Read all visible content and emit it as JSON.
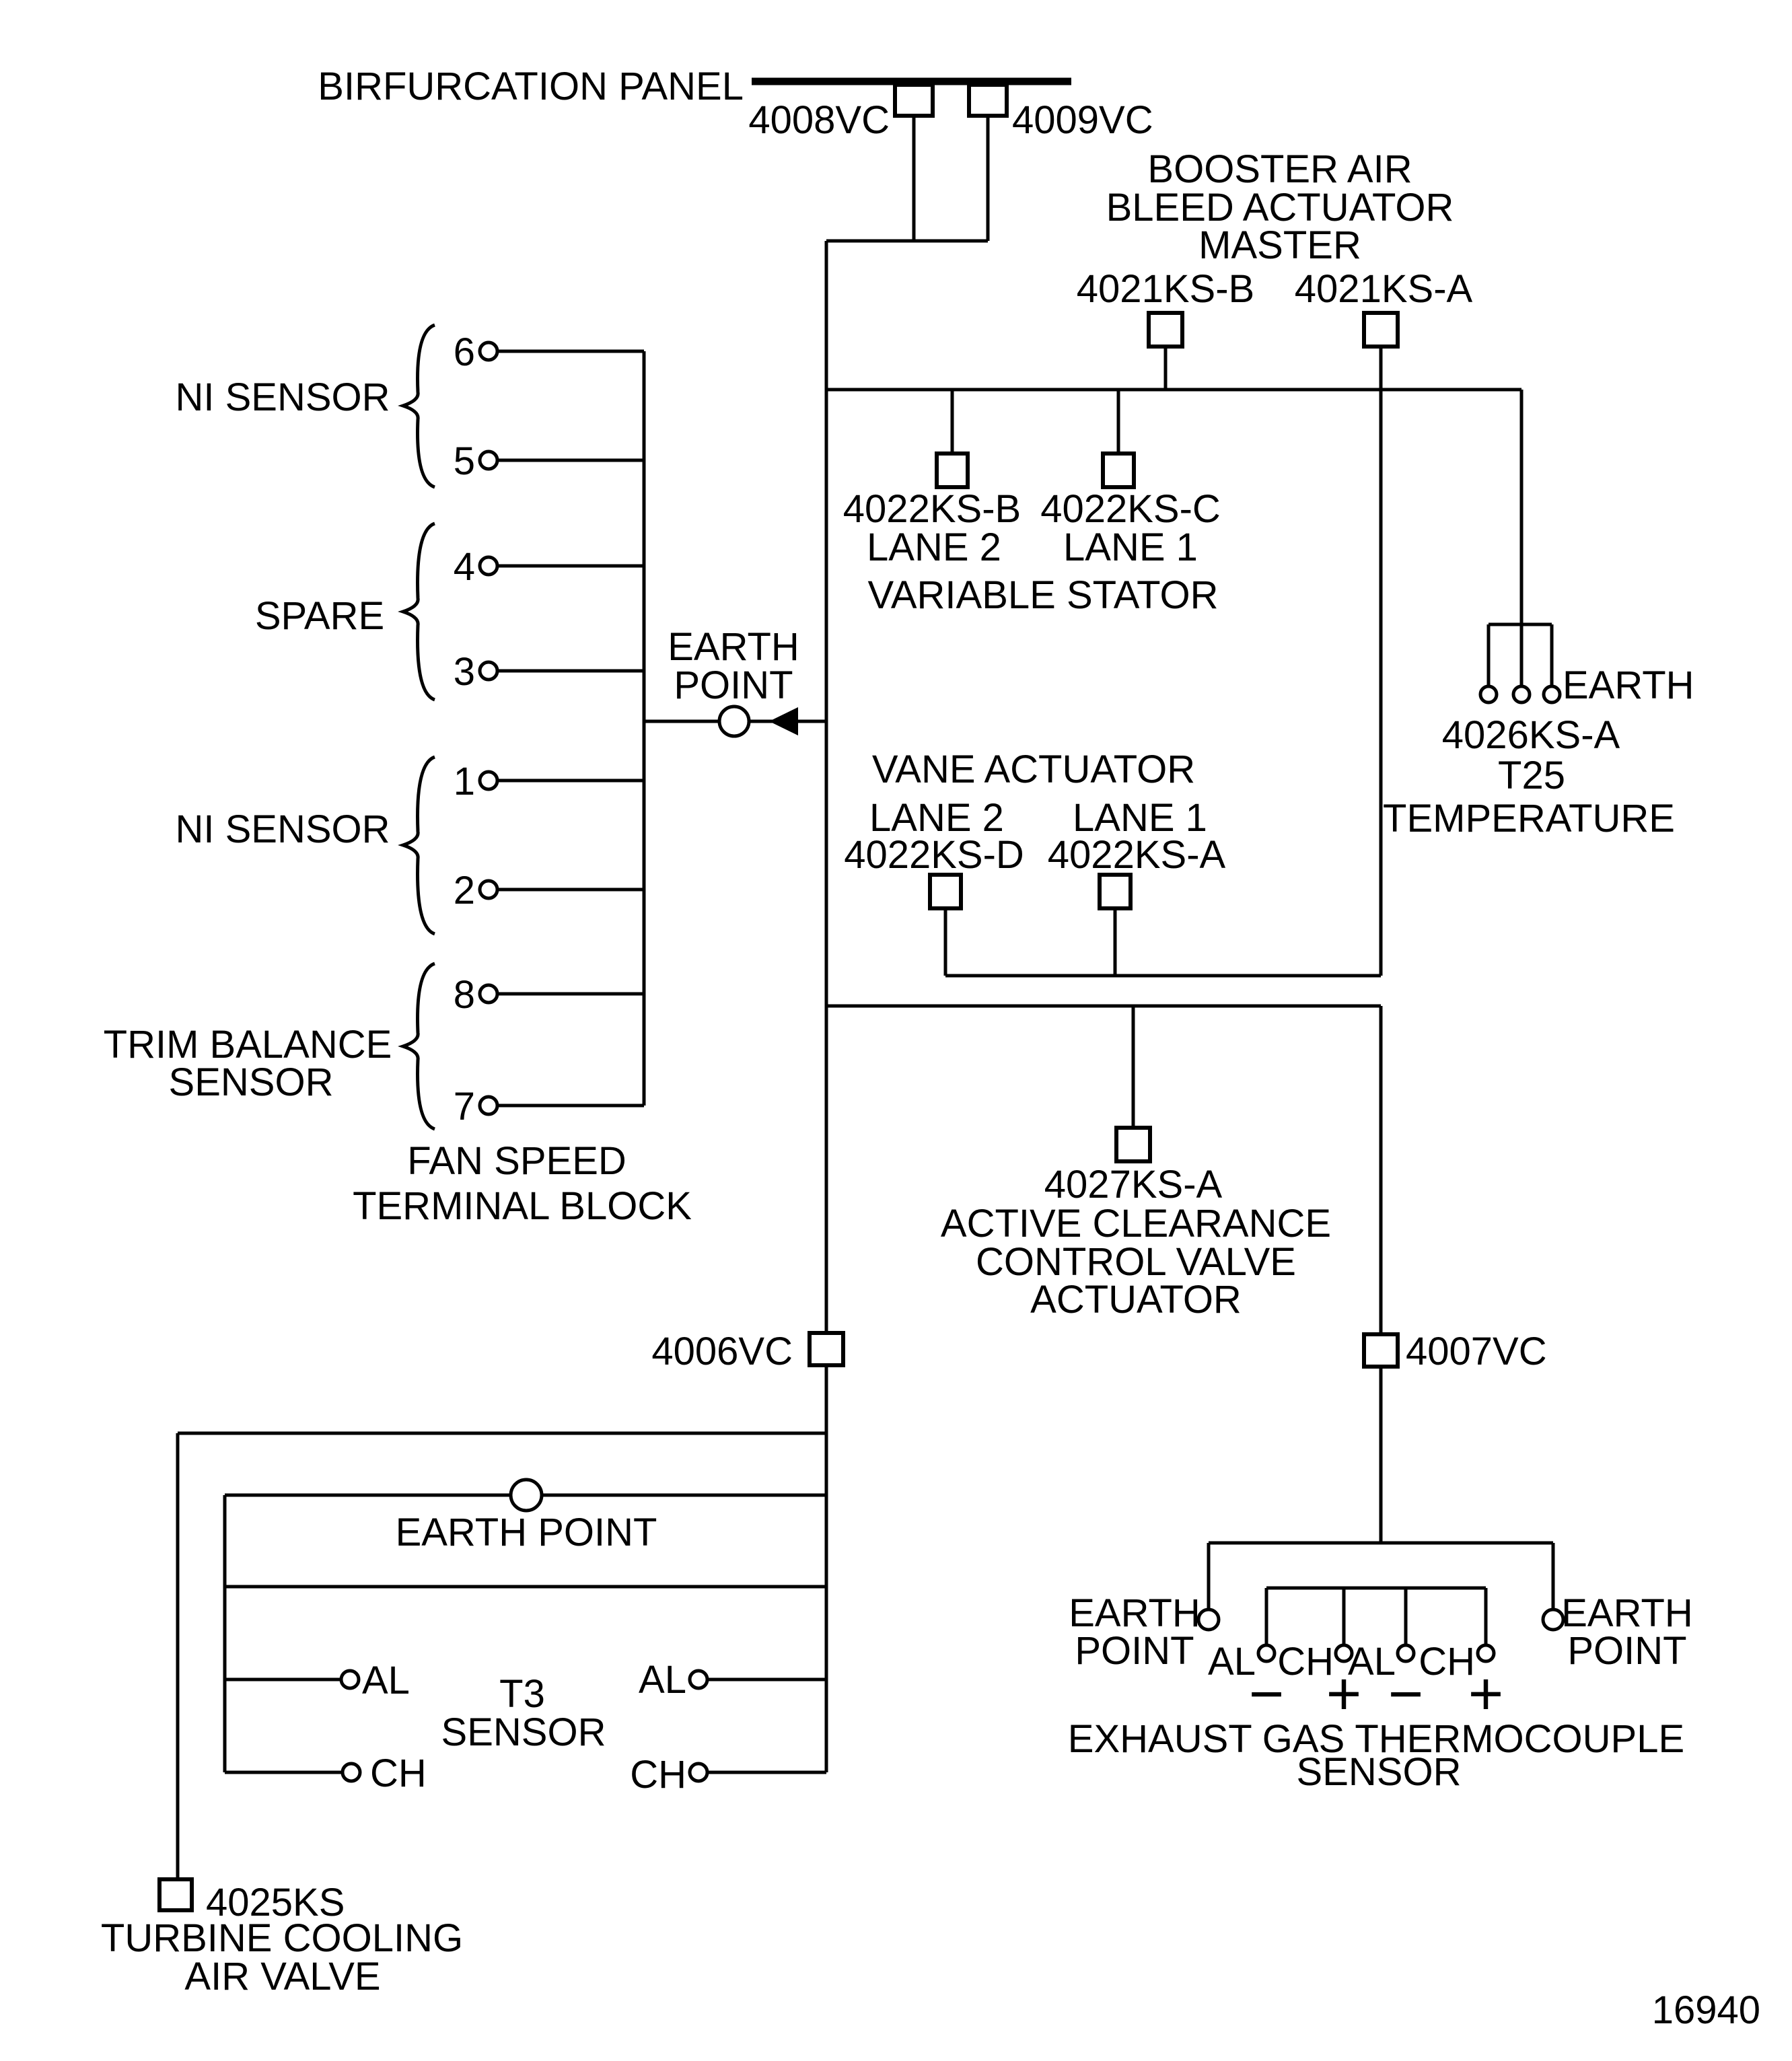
{
  "panel": {
    "title": "BIRFURCATION PANEL",
    "conn_left": "4008VC",
    "conn_right": "4009VC"
  },
  "booster": {
    "line1": "BOOSTER AIR",
    "line2": "BLEED ACTUATOR",
    "line3": "MASTER",
    "switch_b": "4021KS-B",
    "switch_a": "4021KS-A"
  },
  "fan_block": {
    "terminals": [
      "6",
      "5",
      "4",
      "3",
      "1",
      "2",
      "8",
      "7"
    ],
    "group_ni_top": "NI SENSOR",
    "group_spare": "SPARE",
    "group_ni_bottom": "NI SENSOR",
    "group_trim_line1": "TRIM BALANCE",
    "group_trim_line2": "SENSOR",
    "caption_line1": "FAN SPEED",
    "caption_line2": "TERMINAL BLOCK"
  },
  "earth_point_main": {
    "line1": "EARTH",
    "line2": "POINT"
  },
  "variable_stator": {
    "switch_b": "4022KS-B",
    "lane_b": "LANE 2",
    "switch_c": "4022KS-C",
    "lane_c": "LANE 1",
    "caption": "VARIABLE STATOR"
  },
  "vane_actuator": {
    "caption": "VANE ACTUATOR",
    "lane2": "LANE 2",
    "lane1": "LANE 1",
    "switch_d": "4022KS-D",
    "switch_a": "4022KS-A"
  },
  "t25": {
    "earth": "EARTH",
    "id": "4026KS-A",
    "line1": "T25",
    "line2": "TEMPERATURE"
  },
  "acc_valve": {
    "id": "4027KS-A",
    "line1": "ACTIVE CLEARANCE",
    "line2": "CONTROL VALVE",
    "line3": "ACTUATOR"
  },
  "mid_connectors": {
    "left": "4006VC",
    "right": "4007VC"
  },
  "t3_sensor": {
    "earth_point": "EARTH POINT",
    "al_left": "AL",
    "ch_left": "CH",
    "al_right": "AL",
    "ch_right": "CH",
    "name_line1": "T3",
    "name_line2": "SENSOR"
  },
  "egt": {
    "earth_left_line1": "EARTH",
    "earth_left_line2": "POINT",
    "earth_right_line1": "EARTH",
    "earth_right_line2": "POINT",
    "pins": [
      "AL",
      "CH",
      "AL",
      "CH"
    ],
    "polarity": [
      "−",
      "+",
      "−",
      "+"
    ],
    "caption_line1": "EXHAUST GAS THERMOCOUPLE",
    "caption_line2": "SENSOR"
  },
  "turbine_valve": {
    "id": "4025KS",
    "line1": "TURBINE COOLING",
    "line2": "AIR VALVE"
  },
  "figure_number": "16940"
}
